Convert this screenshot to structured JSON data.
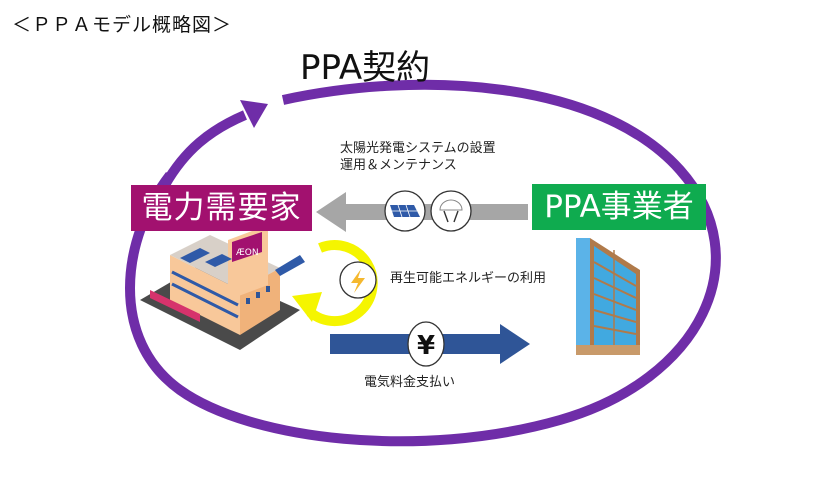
{
  "header": {
    "title": "＜ＰＰＡモデル概略図＞"
  },
  "diagram": {
    "contract_label": "PPA契約",
    "customer_label": "電力需要家",
    "provider_label": "PPA事業者",
    "service_text_line1": "太陽光発電システムの設置",
    "service_text_line2": "運用＆メンテナンス",
    "energy_text": "再生可能エネルギーの利用",
    "payment_text": "電気料金支払い",
    "payment_symbol": "¥",
    "store_sign": "ÆON",
    "colors": {
      "cycle": "#6f2da8",
      "customer": "#a2116f",
      "provider": "#0fab4f",
      "service_arrow": "#a6a6a6",
      "payment_arrow": "#2f5597",
      "energy_loop": "#f5f500"
    }
  }
}
